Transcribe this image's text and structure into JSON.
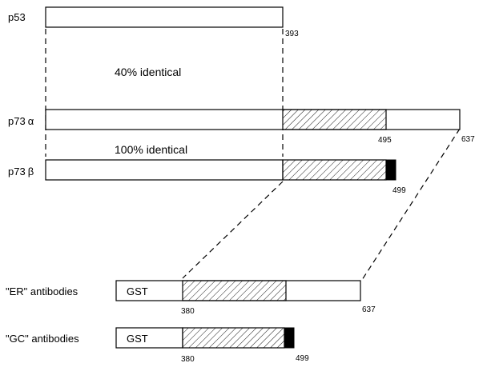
{
  "proteins": {
    "p53": {
      "name": "p53",
      "end_residue": "393"
    },
    "p73a": {
      "name": "p73",
      "greek": "α",
      "hatch_end": "495",
      "end_residue": "637"
    },
    "p73b": {
      "name": "p73",
      "greek": "β",
      "end_residue": "499"
    }
  },
  "identity": {
    "p53_vs_p73a": "40%  identical",
    "p73a_vs_p73b": "100%  identical"
  },
  "constructs": {
    "er": {
      "label": "\"ER\" antibodies",
      "tag": "GST",
      "start_residue": "380",
      "end_residue": "637"
    },
    "gc": {
      "label": "\"GC\" antibodies",
      "tag": "GST",
      "start_residue": "380",
      "end_residue": "499"
    }
  }
}
